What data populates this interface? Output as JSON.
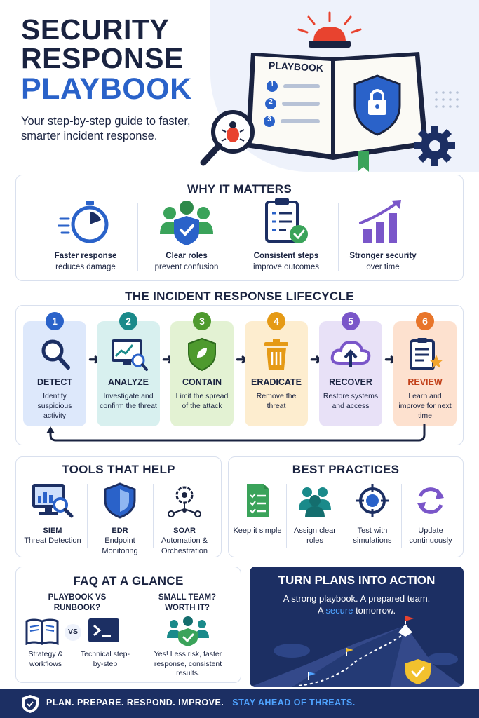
{
  "header": {
    "title_line1": "SECURITY",
    "title_line2": "RESPONSE",
    "title_line3": "PLAYBOOK",
    "tagline": "Your step-by-step guide to faster, smarter incident response.",
    "book_label": "PLAYBOOK",
    "book_steps": [
      "1",
      "2",
      "3"
    ],
    "icons": [
      "siren-icon",
      "magnifier-bug-icon",
      "book-icon",
      "shield-lock-icon",
      "gear-icon"
    ]
  },
  "why": {
    "title": "WHY IT MATTERS",
    "items": [
      {
        "icon": "stopwatch-icon",
        "bold": "Faster response",
        "text": "reduces damage"
      },
      {
        "icon": "team-shield-icon",
        "bold": "Clear roles",
        "text": "prevent confusion"
      },
      {
        "icon": "checklist-icon",
        "bold": "Consistent steps",
        "text": "improve outcomes"
      },
      {
        "icon": "growth-chart-icon",
        "bold": "Stronger security",
        "text": "over time"
      }
    ]
  },
  "lifecycle": {
    "title": "THE INCIDENT RESPONSE LIFECYCLE",
    "arrow": "➜",
    "steps": [
      {
        "num": "1",
        "title": "DETECT",
        "desc": "Identify suspicious activity",
        "color": "#2a62c9",
        "bg": "#dde8fb",
        "icon": "magnifier-icon"
      },
      {
        "num": "2",
        "title": "ANALYZE",
        "desc": "Investigate and confirm the threat",
        "color": "#1a8a8a",
        "bg": "#d8f0ef",
        "icon": "monitor-analysis-icon"
      },
      {
        "num": "3",
        "title": "CONTAIN",
        "desc": "Limit the spread of the attack",
        "color": "#4e9a2e",
        "bg": "#e3f2d3",
        "icon": "shield-icon"
      },
      {
        "num": "4",
        "title": "ERADICATE",
        "desc": "Remove the threat",
        "color": "#e59a16",
        "bg": "#fdedcf",
        "icon": "trash-icon"
      },
      {
        "num": "5",
        "title": "RECOVER",
        "desc": "Restore systems and access",
        "color": "#7a56c9",
        "bg": "#e8e1f7",
        "icon": "cloud-upload-icon"
      },
      {
        "num": "6",
        "title": "REVIEW",
        "desc": "Learn and improve for next time",
        "color": "#e8752a",
        "bg": "#fde1cf",
        "icon": "clipboard-star-icon"
      }
    ]
  },
  "tools": {
    "title": "TOOLS THAT HELP",
    "items": [
      {
        "icon": "siem-monitor-icon",
        "bold": "SIEM",
        "text": "Threat Detection"
      },
      {
        "icon": "edr-shield-icon",
        "bold": "EDR",
        "text": "Endpoint Monitoring"
      },
      {
        "icon": "soar-gear-network-icon",
        "bold": "SOAR",
        "text": "Automation & Orchestration"
      }
    ]
  },
  "practices": {
    "title": "BEST PRACTICES",
    "items": [
      {
        "icon": "document-list-icon",
        "text": "Keep it simple"
      },
      {
        "icon": "people-icon",
        "text": "Assign clear roles"
      },
      {
        "icon": "target-icon",
        "text": "Test with simulations"
      },
      {
        "icon": "refresh-icon",
        "text": "Update continuously"
      }
    ]
  },
  "faq": {
    "title": "FAQ AT A GLANCE",
    "q1": "PLAYBOOK VS RUNBOOK?",
    "vs": "VS",
    "a1_left": "Strategy & workflows",
    "a1_right": "Technical step-by-step",
    "q2": "SMALL TEAM? WORTH IT?",
    "a2": "Yes! Less risk, faster response, consistent results."
  },
  "cta": {
    "title": "TURN PLANS INTO ACTION",
    "line1": "A strong playbook. A prepared team.",
    "line2_pre": "A ",
    "line2_hl": "secure",
    "line2_post": " tomorrow."
  },
  "footer": {
    "text": "PLAN. PREPARE. RESPOND. IMPROVE.",
    "highlight": "STAY AHEAD OF THREATS."
  },
  "colors": {
    "navy": "#1a2340",
    "blue": "#2a62c9",
    "footer_bg": "#1c2f63",
    "highlight": "#4fa3ff"
  }
}
